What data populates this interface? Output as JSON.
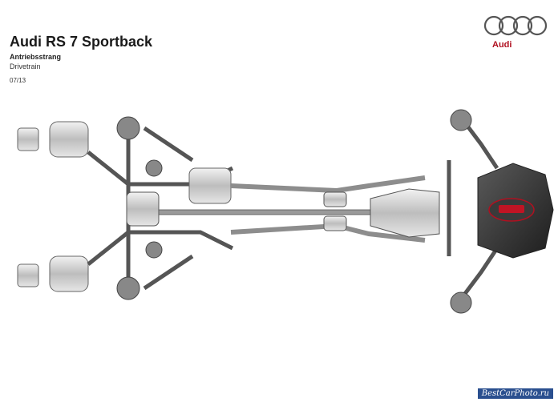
{
  "header": {
    "title": "Audi RS 7 Sportback",
    "subtitle_de": "Antriebsstrang",
    "subtitle_en": "Drivetrain",
    "date": "07/13"
  },
  "brand": {
    "name": "Audi",
    "color": "#b01020"
  },
  "watermark": {
    "text": "BestCarPhoto.ru"
  }
}
